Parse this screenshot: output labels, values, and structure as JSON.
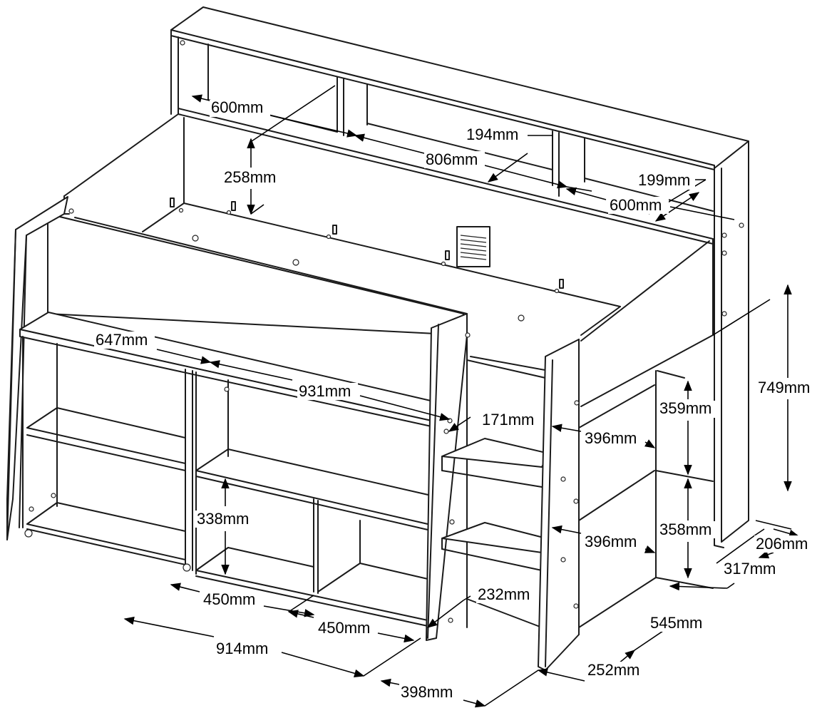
{
  "dimensions": {
    "shelf_depth_top_left": "600mm",
    "top_compartment_height": "258mm",
    "top_compartment_small": "194mm",
    "top_compartment_width": "806mm",
    "top_compartment_right_small": "199mm",
    "shelf_depth_top_right": "600mm",
    "desk_front_length": "647mm",
    "desk_rear_length": "931mm",
    "side_gap": "171mm",
    "shelf_width_upper": "396mm",
    "shelf_width_lower": "396mm",
    "upper_shelf_height": "359mm",
    "lower_shelf_height": "358mm",
    "total_platform_height": "749mm",
    "headboard_depth": "206mm",
    "end_depth": "317mm",
    "cube_height": "338mm",
    "cube_width_left": "450mm",
    "cube_width_right": "450mm",
    "base_length": "914mm",
    "gap_width": "232mm",
    "end_width": "545mm",
    "post_width": "252mm",
    "overall_depth": "398mm"
  }
}
